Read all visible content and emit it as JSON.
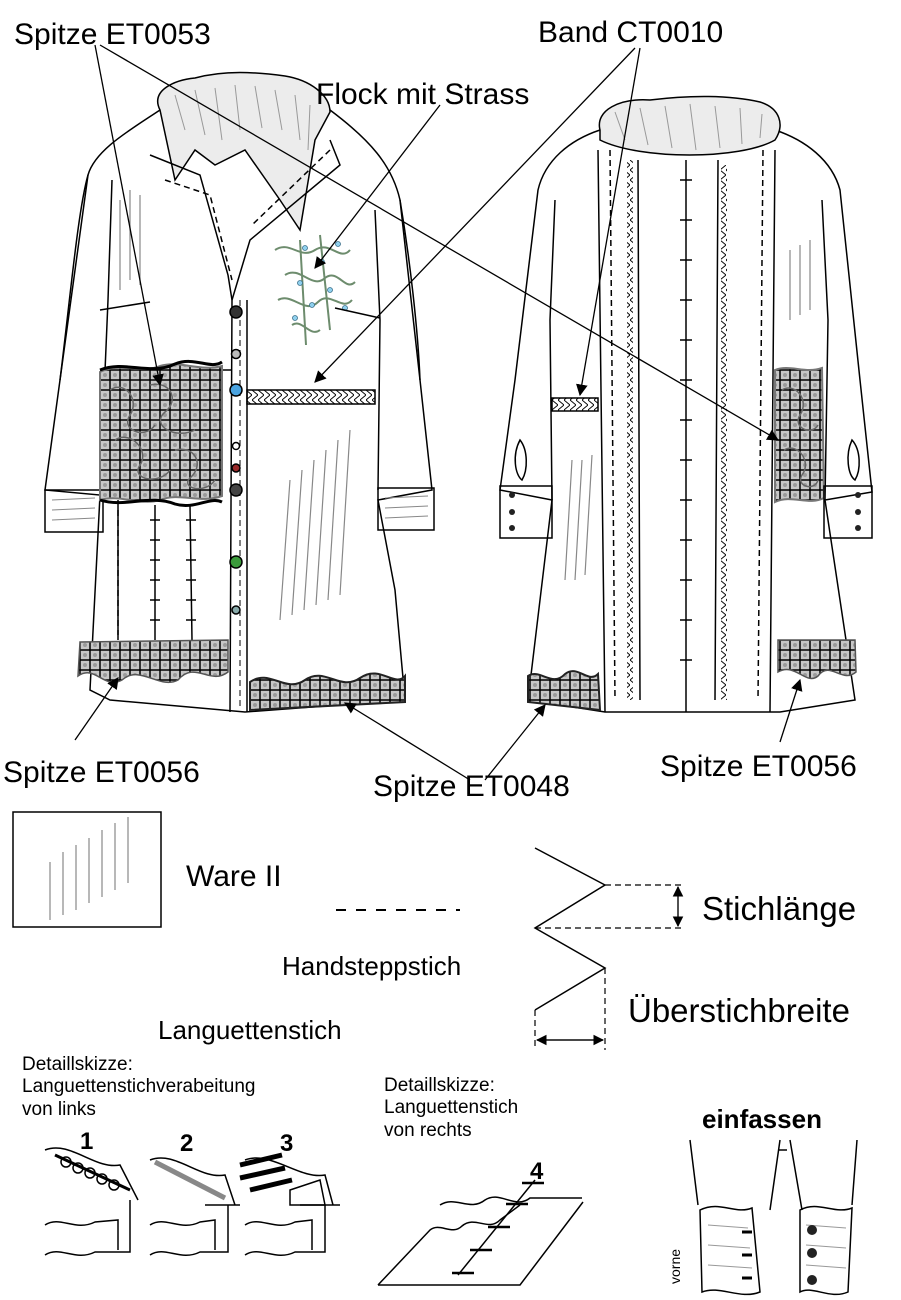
{
  "callouts": {
    "spitze_et0053": "Spitze ET0053",
    "band_ct0010": "Band CT0010",
    "flock_mit_strass": "Flock mit Strass",
    "spitze_et0056_left": "Spitze ET0056",
    "spitze_et0048": "Spitze ET0048",
    "spitze_et0056_right": "Spitze ET0056"
  },
  "legend": {
    "ware_ii": "Ware II",
    "handsteppstich": "Handsteppstich",
    "languettenstich": "Languettenstich",
    "stichlaenge": "Stichlänge",
    "ueberstichbreite": "Überstichbreite"
  },
  "details": {
    "left_caption": "Detaillskizze:\nLanguettenstichverabeitung\nvon links",
    "right_caption": "Detaillskizze:\nLanguettenstich\nvon rechts",
    "steps": [
      "1",
      "2",
      "3",
      "4"
    ],
    "einfassen": "einfassen",
    "vorne": "vorne"
  },
  "colors": {
    "lace": "#8a8a8a",
    "lace_dark": "#666666",
    "flock": "#6d8c6d",
    "strass": "#8fd0ee",
    "button_blue": "#4aa3e0",
    "button_green": "#3a9a3a",
    "button_red": "#9a2a2a"
  }
}
